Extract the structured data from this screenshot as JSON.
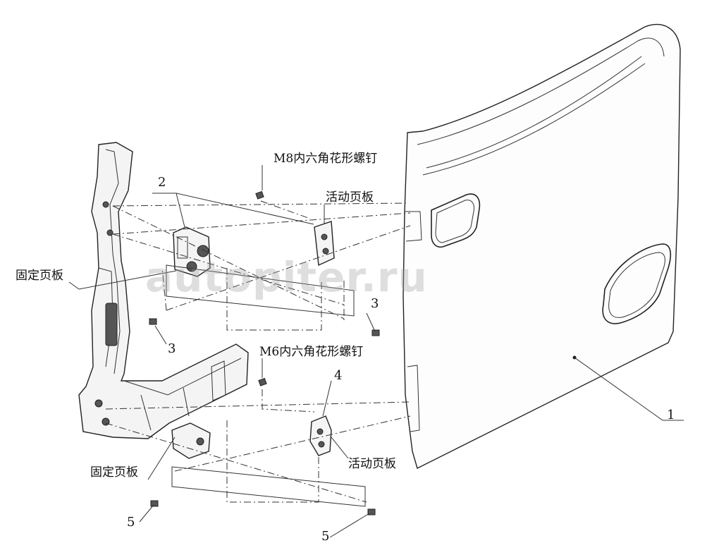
{
  "labels": {
    "m8_screw": "M8内六角花形螺钉",
    "movable_plate_top": "活动页板",
    "fixed_plate_left": "固定页板",
    "m6_screw": "M6内六角花形螺钉",
    "movable_plate_bottom": "活动页板",
    "fixed_plate_bottom": "固定页板"
  },
  "callouts": {
    "door": "1",
    "upper_hinge": "2",
    "upper_bolt_left": "3",
    "upper_bolt_right": "3",
    "lower_hinge": "4",
    "lower_bolt_left": "5",
    "lower_bolt_right": "5"
  },
  "watermark": "autopiter.ru"
}
